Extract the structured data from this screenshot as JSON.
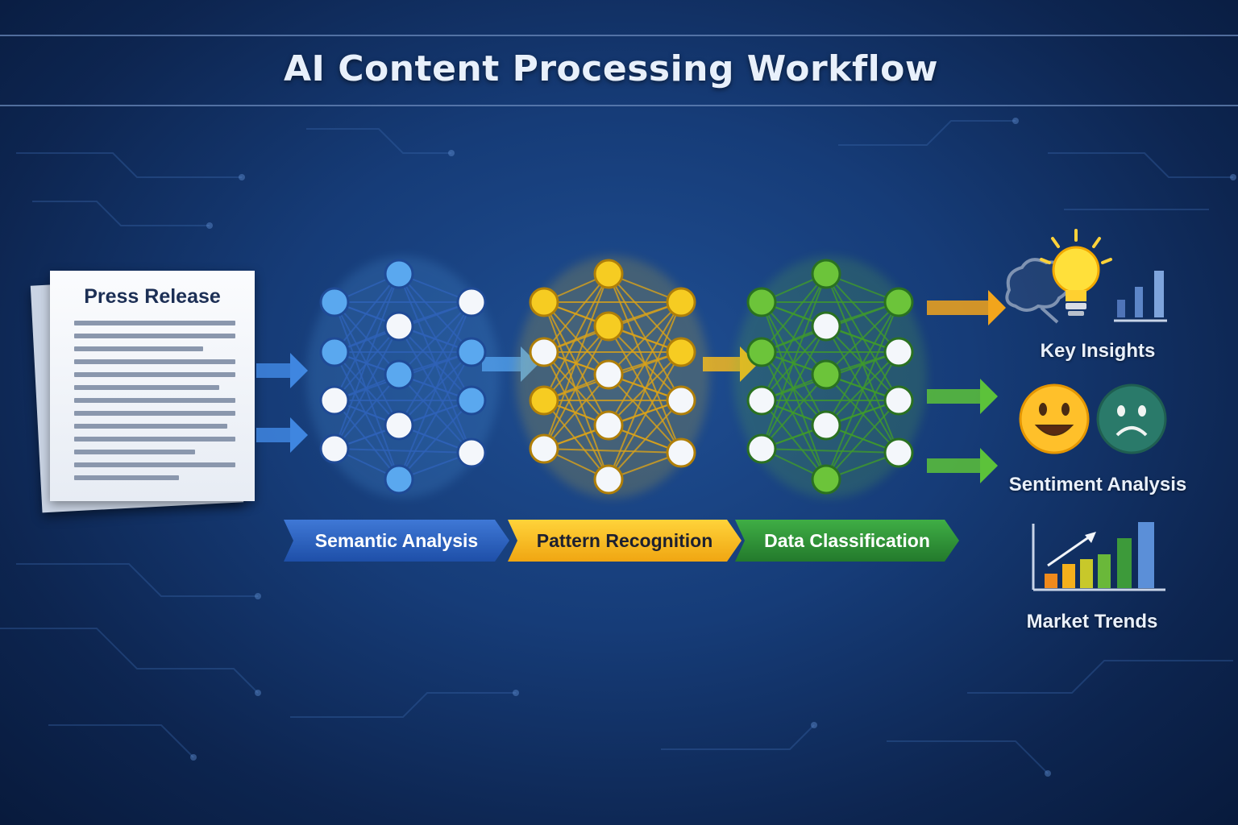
{
  "title": "AI Content Processing Workflow",
  "document": {
    "title": "Press Release"
  },
  "stages": [
    {
      "label": "Semantic Analysis",
      "color": "#2e63c4"
    },
    {
      "label": "Pattern Recognition",
      "color": "#f7b81c"
    },
    {
      "label": "Data Classification",
      "color": "#33993a"
    }
  ],
  "outputs": [
    {
      "label": "Key Insights",
      "icon": "lightbulb-icon"
    },
    {
      "label": "Sentiment Analysis",
      "icon": "emoji-faces-icon"
    },
    {
      "label": "Market Trends",
      "icon": "rising-bar-chart-icon"
    }
  ],
  "colors": {
    "background": "#163c78",
    "blue": "#5aa8ef",
    "yellow": "#f6cc22",
    "green": "#6cc43a"
  }
}
